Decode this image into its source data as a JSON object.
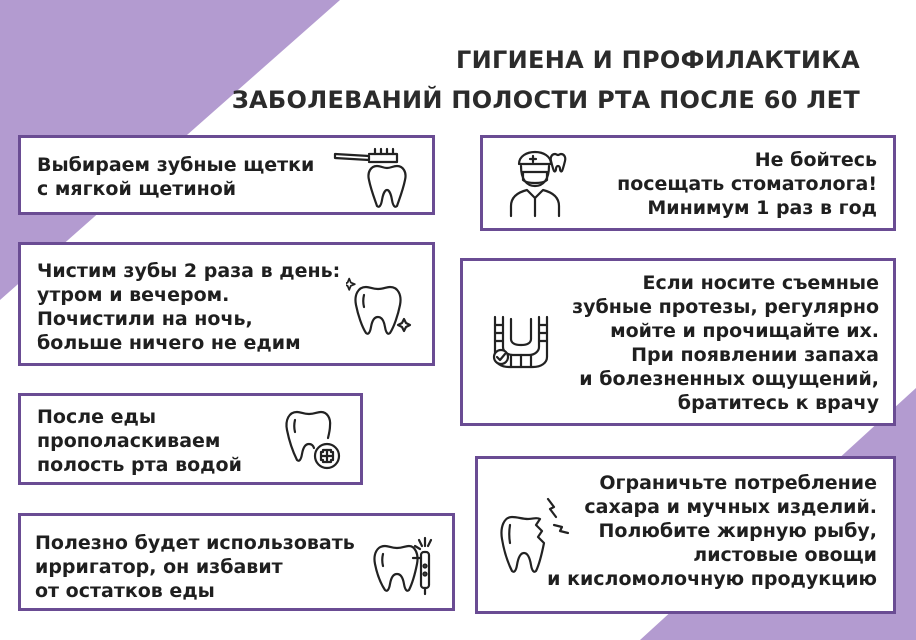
{
  "title": {
    "line1": "ГИГИЕНА И ПРОФИЛАКТИКА",
    "line2": "ЗАБОЛЕВАНИЙ ПОЛОСТИ РТА ПОСЛЕ 60 ЛЕТ"
  },
  "colors": {
    "accent": "#6a4c93",
    "triangle": "#b39bd0"
  },
  "cards": {
    "brush": {
      "lines": [
        "Выбираем зубные щетки",
        "с мягкой щетиной"
      ],
      "icon": "toothbrush-tooth-icon"
    },
    "twice": {
      "lines": [
        "Чистим зубы 2 раза в день:",
        "утром и вечером.",
        "Почистили на ночь,",
        "больше ничего не едим"
      ],
      "icon": "sparkling-tooth-icon"
    },
    "rinse": {
      "lines": [
        "После еды",
        "прополаскиваем",
        "полость рта водой"
      ],
      "icon": "tooth-plus-icon"
    },
    "irrigator": {
      "lines": [
        "Полезно будет использовать",
        "ирригатор, он избавит",
        "от остатков еды"
      ],
      "icon": "irrigator-tooth-icon"
    },
    "dentist": {
      "lines": [
        "Не бойтесь",
        "посещать стоматолога!",
        "Минимум 1 раз в год"
      ],
      "icon": "dentist-icon"
    },
    "dentures": {
      "lines": [
        "Если носите съемные",
        "зубные протезы, регулярно",
        "мойте и прочищайте их.",
        "При появлении запаха",
        "и болезненных ощущений,",
        "братитесь к врачу"
      ],
      "icon": "denture-icon"
    },
    "sugar": {
      "lines": [
        "Ограничьте потребление",
        "сахара и мучных изделий.",
        "Полюбите жирную рыбу,",
        "листовые овощи",
        "и кисломолочную продукцию"
      ],
      "icon": "broken-tooth-icon"
    }
  }
}
